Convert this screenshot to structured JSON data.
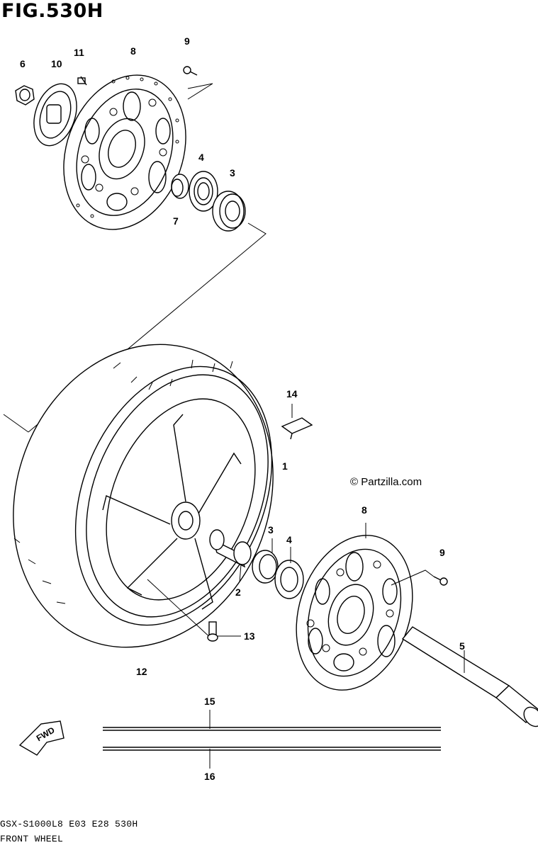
{
  "figure": {
    "title": "FIG.530H",
    "copyright": "© Partzilla.com"
  },
  "callouts": [
    "6",
    "10",
    "11",
    "8",
    "9",
    "4",
    "3",
    "7",
    "14",
    "1",
    "3",
    "4",
    "8",
    "9",
    "2",
    "13",
    "5",
    "12",
    "15",
    "16"
  ],
  "footer": {
    "model_code": "GSX-S1000L8  E03  E28  530H",
    "section_name": "FRONT WHEEL"
  },
  "fwd_label": "FWD"
}
